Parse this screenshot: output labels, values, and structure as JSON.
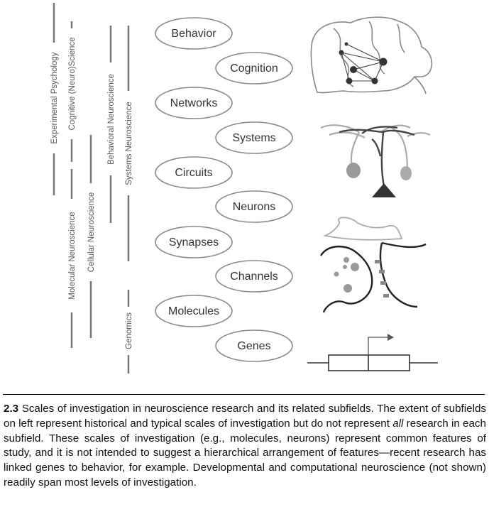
{
  "subfields": {
    "experimental_psychology": "Experimental Psychology",
    "cognitive_neuroscience": "Cognitive (Neuro)Science",
    "behavioral_neuroscience": "Behavioral Neuroscience",
    "systems_neuroscience": "Systems Neuroscience",
    "molecular_neuroscience": "Molecular Neuroscience",
    "cellular_neuroscience": "Cellular Neuroscience",
    "genomics": "Genomics"
  },
  "scales": [
    "Behavior",
    "Cognition",
    "Networks",
    "Systems",
    "Circuits",
    "Neurons",
    "Synapses",
    "Channels",
    "Molecules",
    "Genes"
  ],
  "caption": {
    "number": "2.3",
    "part1": " Scales of investigation in neuroscience research and its related subfields. The extent of subfields on left represent historical and typical scales of investigation but do not represent ",
    "emphasis": "all",
    "part2": " research in each subfield. These scales of investigation (e.g., molecules, neurons) represent common features of study, and it is not intended to suggest a hierarchical arrangement of features—recent research has linked genes to behavior, for example. Developmental and computational neuroscience (not shown) readily span most levels of investigation."
  },
  "colors": {
    "line": "#777777",
    "ellipse_stroke": "#888888",
    "dark": "#333333",
    "mid_gray": "#999999"
  }
}
